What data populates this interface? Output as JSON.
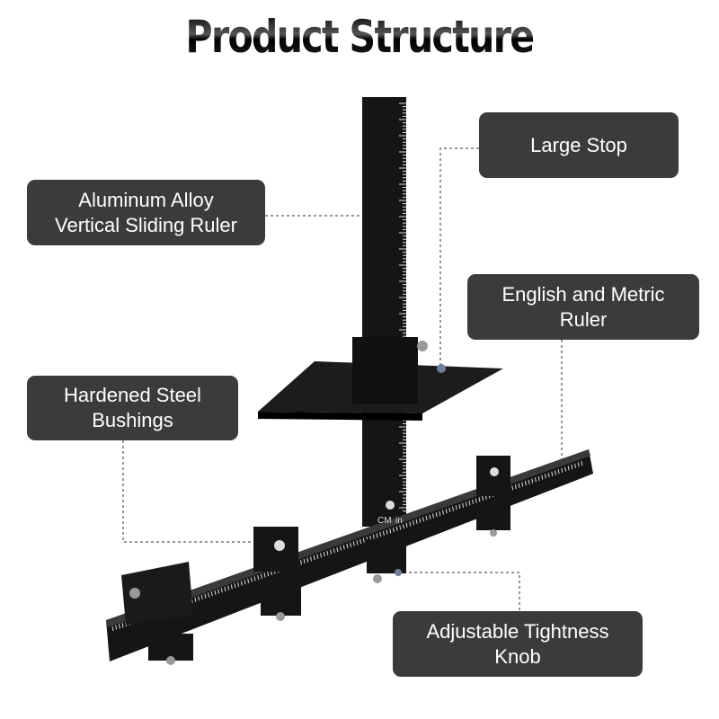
{
  "title": "Product Structure",
  "labels": {
    "large_stop": [
      "Large Stop"
    ],
    "vertical_ruler": [
      "Aluminum Alloy",
      "Vertical Sliding Ruler"
    ],
    "english_metric": [
      "English and Metric",
      "Ruler"
    ],
    "bushings": [
      "Hardened Steel",
      "Bushings"
    ],
    "knob": [
      "Adjustable Tightness",
      "Knob"
    ]
  },
  "ruler_units": {
    "cm": "CM",
    "in": "in"
  },
  "colors": {
    "label_bg": "#3b3b3b",
    "tool": "#151515",
    "marking": "#dddddd"
  }
}
